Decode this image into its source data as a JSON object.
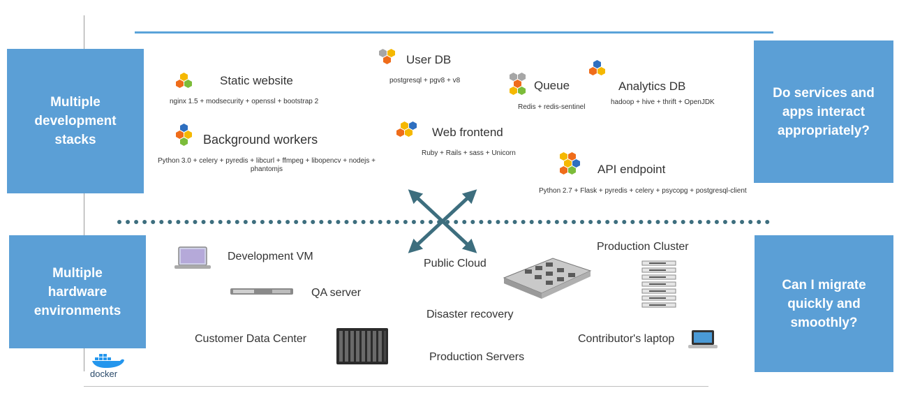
{
  "boxes": {
    "dev_stacks": "Multiple development stacks",
    "hw_envs": "Multiple hardware environments",
    "interact": "Do services and apps interact appropriately?",
    "migrate": "Can I migrate quickly and smoothly?"
  },
  "stacks": {
    "static_website": {
      "title": "Static website",
      "tech": "nginx 1.5 + modsecurity + openssl + bootstrap 2"
    },
    "user_db": {
      "title": "User DB",
      "tech": "postgresql + pgv8 + v8"
    },
    "queue": {
      "title": "Queue",
      "tech": "Redis + redis-sentinel"
    },
    "analytics_db": {
      "title": "Analytics DB",
      "tech": "hadoop + hive + thrift + OpenJDK"
    },
    "background_workers": {
      "title": "Background workers",
      "tech_line1": "Python 3.0 + celery + pyredis + libcurl + ffmpeg + libopencv + nodejs +",
      "tech_line2": "phantomjs"
    },
    "web_frontend": {
      "title": "Web frontend",
      "tech": "Ruby + Rails + sass + Unicorn"
    },
    "api_endpoint": {
      "title": "API endpoint",
      "tech": "Python 2.7 + Flask + pyredis + celery + psycopg + postgresql-client"
    }
  },
  "hardware": {
    "dev_vm": "Development VM",
    "qa_server": "QA server",
    "public_cloud": "Public Cloud",
    "production_cluster": "Production Cluster",
    "disaster_recovery": "Disaster recovery",
    "customer_dc": "Customer Data Center",
    "production_servers": "Production Servers",
    "contributor_laptop": "Contributor's laptop"
  },
  "logo": {
    "text": "docker"
  },
  "colors": {
    "box": "#5b9fd6",
    "accent_line": "#5aa3d9",
    "arrow": "#3d6e7e",
    "hex_yellow": "#f5b800",
    "hex_orange": "#ef6c1a",
    "hex_green": "#7cbc3a",
    "hex_blue": "#2e6fc0",
    "hex_gray": "#a6a6a6"
  },
  "icons": [
    "hex-cluster-icon",
    "laptop-icon",
    "rack-server-icon",
    "blade-server-icon",
    "server-board-icon",
    "server-stack-icon",
    "docker-whale-icon",
    "cross-arrows-icon"
  ]
}
